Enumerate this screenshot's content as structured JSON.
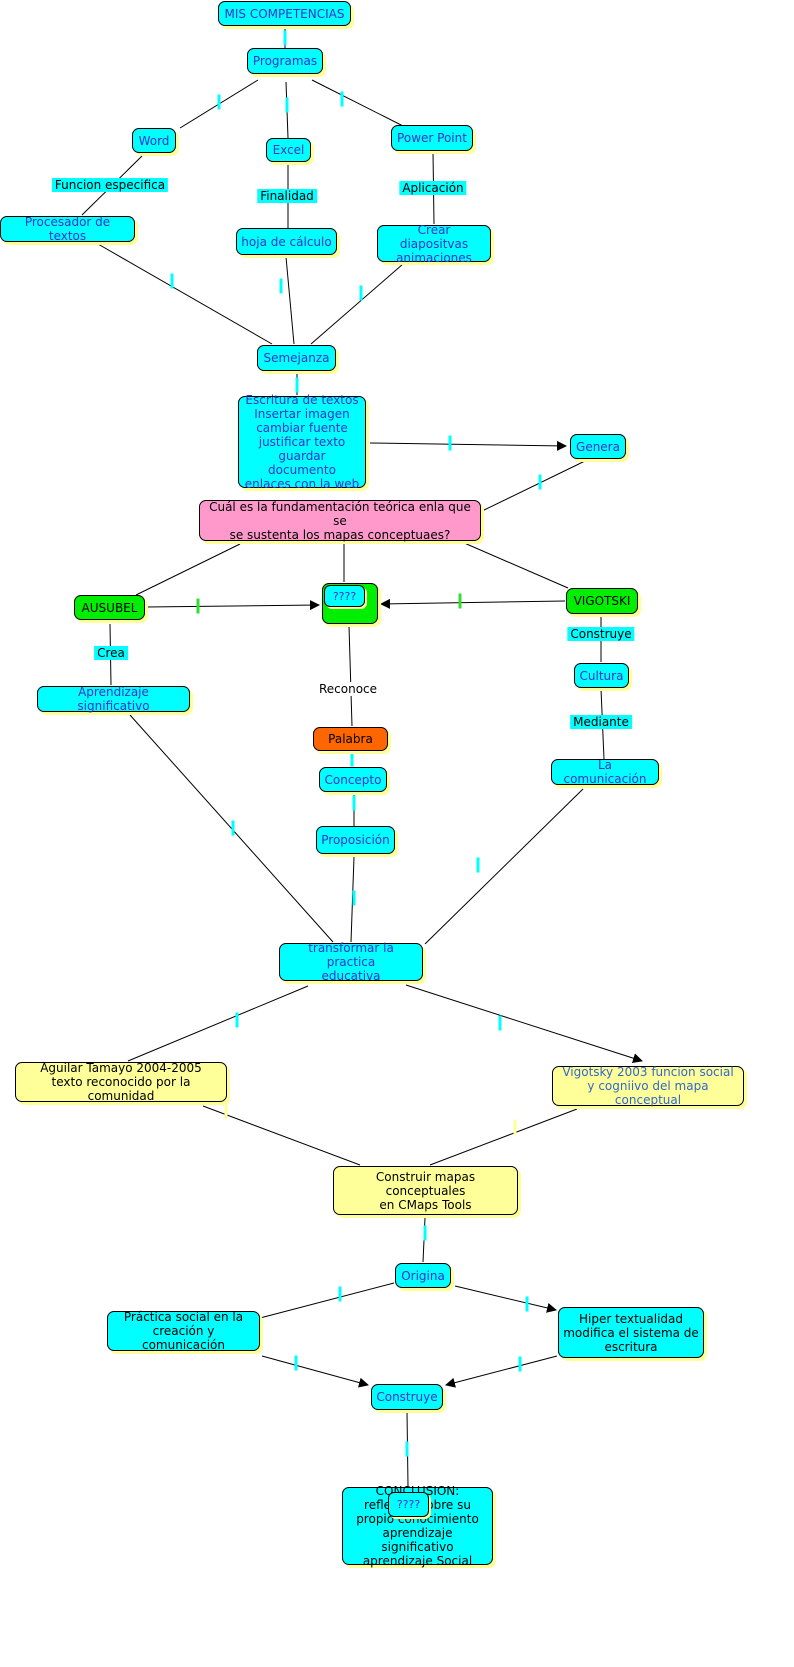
{
  "nodes": {
    "mis_competencias": "MIS COMPETENCIAS",
    "programas": "Programas",
    "word": "Word",
    "excel": "Excel",
    "power_point": "Power Point",
    "procesador": "Procesador de textos",
    "hoja_calculo": "hoja de cálculo",
    "crear_diapositivas": "Crear diapositvas\nanimaciones",
    "semejanza": "Semejanza",
    "escritura": "Escritura de textos\nInsertar imagen\ncambiar fuente\njustificar texto\nguardar documento\nenlaces con la web",
    "genera": "Genera",
    "pregunta": "Cuál es la fundamentación teórica enla que se\nse sustenta los mapas conceptuaes?",
    "ausubel": "AUSUBEL",
    "vigotski": "VIGOTSKI",
    "cultura": "Cultura",
    "aprendizaje_significativo": "Aprendizaje significativo",
    "palabra": "Palabra",
    "concepto": "Concepto",
    "proposicion": "Proposición",
    "comunicacion": "La comunicación",
    "transformar": "transformar la practica\neducativa",
    "aguilar": "Aguilar Tamayo 2004-2005\ntexto reconocido por la comunidad",
    "vigotsky_2003": "Vigotsky 2003 funcion social\ny cogniivo del mapa conceptual",
    "construir_mapas": "Construir mapas conceptuales\nen CMaps Tools",
    "origina": "Origina",
    "practica_social": "Práctica social en la\ncreación y comunicación",
    "hiper": "Hiper textualidad\nmodifica el sistema de\nescritura",
    "construye_node": "Construye",
    "conclusion": "CONCLUSION:\nreflexión sobre su\npropio conocimiento\naprendizaje significativo\naprendizaje Social"
  },
  "link_labels": {
    "funcion_especifica": "Funcion especifica",
    "finalidad": "Finalidad",
    "aplicacion": "Aplicación",
    "crea": "Crea",
    "construye": "Construye",
    "mediante": "Mediante",
    "reconoce": "Reconoce"
  },
  "placeholders": {
    "q1": "????",
    "q2": "????"
  },
  "colors": {
    "concept_cyan": "#00ffff",
    "question_pink": "#ff99cc",
    "theorist_green": "#00ee00",
    "palabra_orange": "#ff6600",
    "reference_yellow": "#ffff99",
    "text_blue": "#3333cc"
  }
}
